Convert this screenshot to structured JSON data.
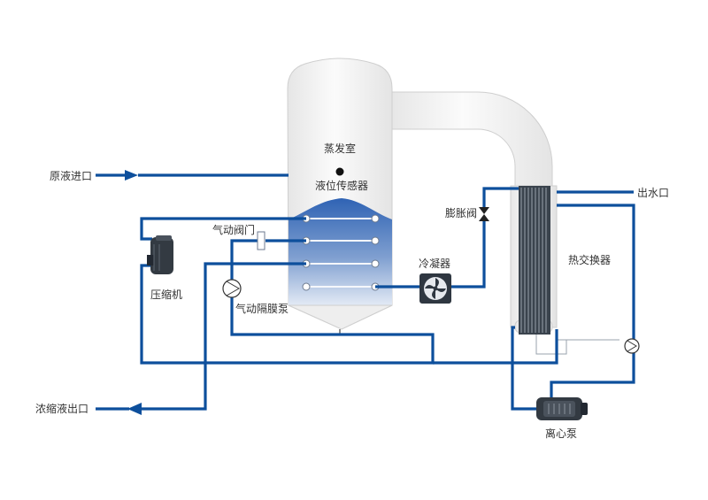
{
  "labels": {
    "evaporation_chamber": "蒸发室",
    "level_sensor": "液位传感器",
    "raw_liquid_inlet": "原液进口",
    "pneumatic_valve": "气动阀门",
    "compressor": "压缩机",
    "pneumatic_diaphragm_pump": "气动隔膜泵",
    "concentrate_outlet": "浓缩液出口",
    "expansion_valve": "膨胀阀",
    "condenser": "冷凝器",
    "water_outlet": "出水口",
    "heat_exchanger": "热交换器",
    "centrifugal_pump": "离心泵"
  },
  "colors": {
    "pipe": "#0d4f9c",
    "liquid_top": "#2f63b4",
    "liquid_bottom": "#dfe8f5",
    "vessel_fill": "#f2f2f2",
    "vessel_stroke": "#c9c9c9",
    "equipment_dark": "#333a42"
  }
}
